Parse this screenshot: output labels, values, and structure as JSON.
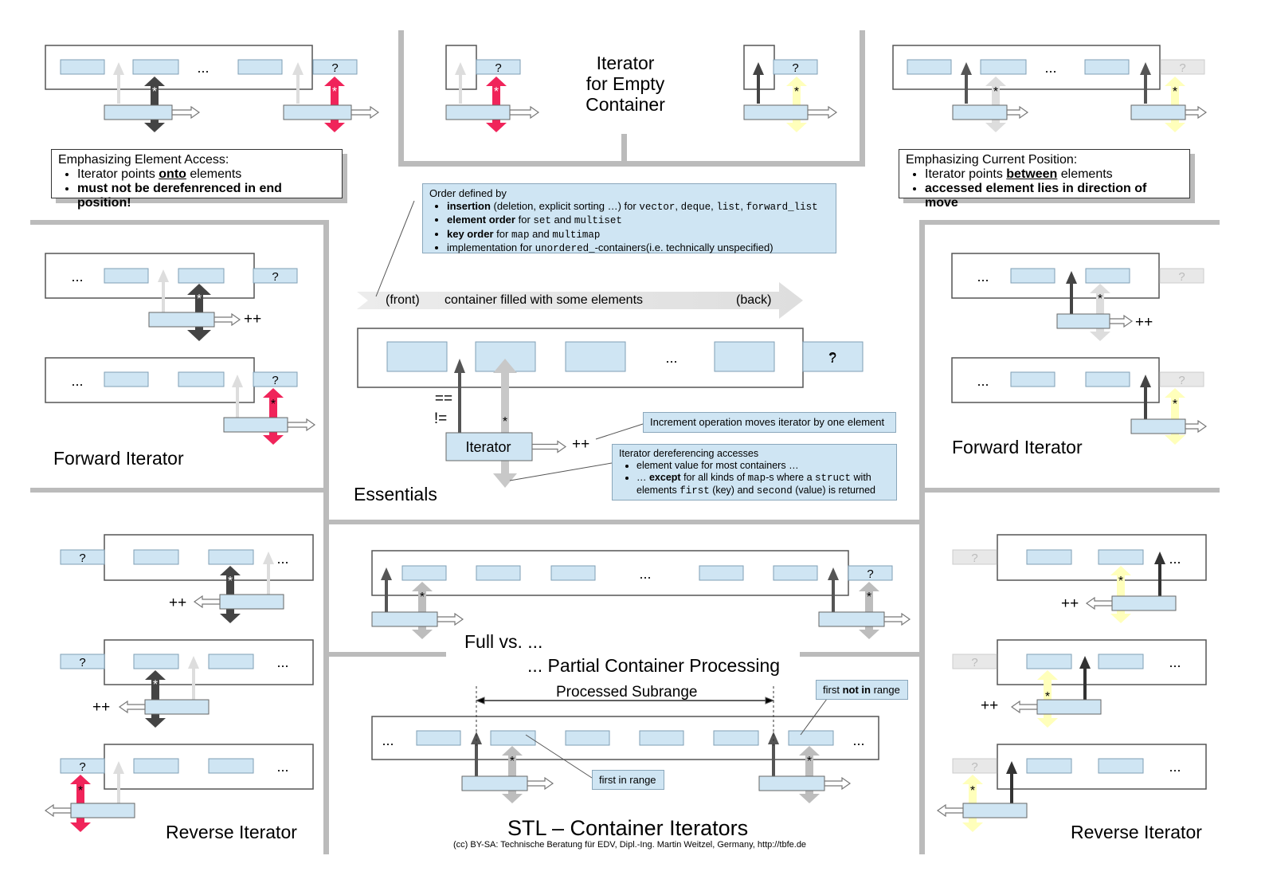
{
  "title": "STL – Container Iterators",
  "credit": "(cc) BY-SA: Technische Beratung für EDV, Dipl.-Ing. Martin Weitzel, Germany, http://tbfe.de",
  "symbols": {
    "question": "?",
    "ellipsis": "...",
    "deref": "*",
    "inc": "++",
    "eq": "==",
    "neq": "!="
  },
  "empty_container": {
    "title_lines": [
      "Iterator",
      "for Empty",
      "Container"
    ]
  },
  "element_access": {
    "heading": "Emphasizing Element Access:",
    "item1_pre": "Iterator points ",
    "item1_key": "onto",
    "item1_post": " elements",
    "item2": "must not be derefenrenced in end position!"
  },
  "current_position": {
    "heading": "Emphasizing Current Position:",
    "item1_pre": "Iterator points ",
    "item1_key": "between",
    "item1_post": " elements",
    "item2": "accessed element lies in direction of move"
  },
  "order_note": {
    "heading": "Order defined by",
    "i1_key": "insertion",
    "i1_text": " (deletion, explicit sorting …) for ",
    "i1_code1": "vector",
    "i1_code2": "deque",
    "i1_code3": "list",
    "i1_code4": "forward_list",
    "i2_key": "element order",
    "i2_text": " for ",
    "i2_code1": "set",
    "i2_and": " and ",
    "i2_code2": "multiset",
    "i3_key": "key order",
    "i3_text": " for ",
    "i3_code1": "map",
    "i3_and": " and ",
    "i3_code2": "multimap",
    "i4_text": "implementation for ",
    "i4_code": "unordered_",
    "i4_post": "-containers(i.e. technically unspecified)"
  },
  "essentials": {
    "front": "(front)",
    "filled": "container filled with some elements",
    "back": "(back)",
    "iterator": "Iterator",
    "label": "Essentials",
    "increment_note": "Increment operation moves iterator by one element",
    "deref_heading": "Iterator dereferencing accesses",
    "deref_i1": "element value for most containers …",
    "deref_i2_pre": "… ",
    "deref_i2_key": "except",
    "deref_i2_text": " for all kinds of ",
    "deref_i2_code1": "map",
    "deref_i2_text2": "-s where a ",
    "deref_i2_code2": "struct",
    "deref_i2_text3": " with elements ",
    "deref_i2_code3": "first",
    "deref_i2_text4": " (key) and ",
    "deref_i2_code4": "second",
    "deref_i2_text5": " (value) is returned"
  },
  "panels": {
    "forward_left": "Forward Iterator",
    "forward_right": "Forward Iterator",
    "reverse_left": "Reverse Iterator",
    "reverse_right": "Reverse Iterator",
    "full_vs": "Full vs. ...",
    "partial": "... Partial Container Processing",
    "subrange": "Processed Subrange",
    "first_in_range": "first in range",
    "first_not_pre": "first ",
    "first_not_key": "not in",
    "first_not_post": " range"
  },
  "colors": {
    "element_fill": "#cfe5f3",
    "element_stroke": "#7f9fb5",
    "dark_arrow": "#444444",
    "light_arrow": "#dddddd",
    "red_arrow": "#f0245a",
    "yellow_arrow": "#ffffbb",
    "divider": "#bbbbbb"
  }
}
